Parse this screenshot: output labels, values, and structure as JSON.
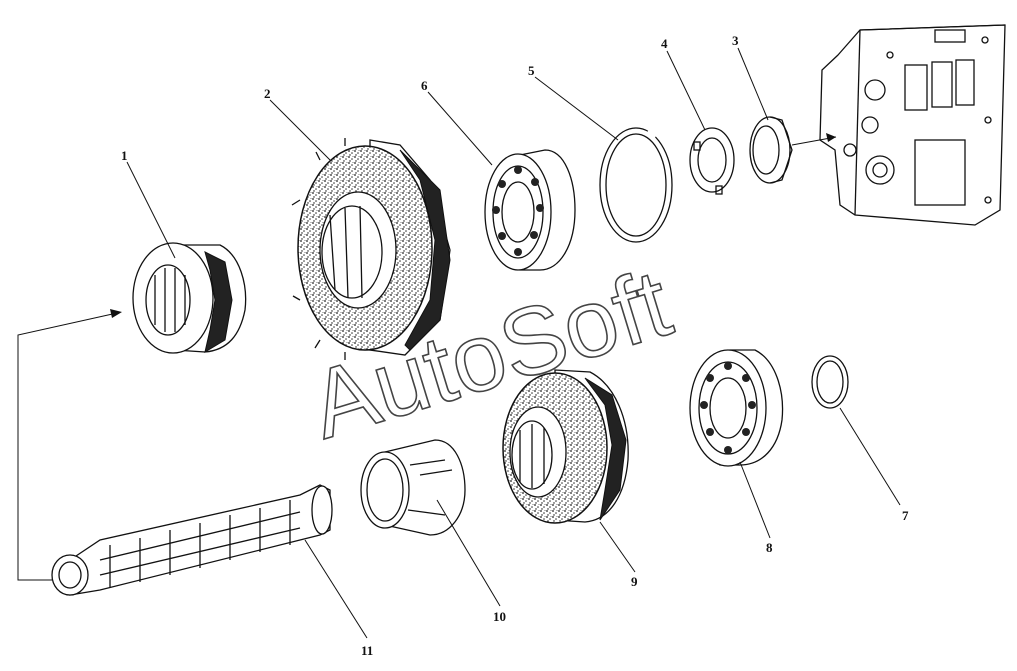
{
  "watermark": "AutoSoft",
  "parts": [
    {
      "id": "part-1",
      "label": "1",
      "icon": "splined-gear-small-icon"
    },
    {
      "id": "part-2",
      "label": "2",
      "icon": "large-gear-icon"
    },
    {
      "id": "part-3",
      "label": "3",
      "icon": "nut-icon"
    },
    {
      "id": "part-4",
      "label": "4",
      "icon": "lock-washer-icon"
    },
    {
      "id": "part-5",
      "label": "5",
      "icon": "snap-ring-icon"
    },
    {
      "id": "part-6",
      "label": "6",
      "icon": "ball-bearing-icon"
    },
    {
      "id": "part-7",
      "label": "7",
      "icon": "retaining-ring-icon"
    },
    {
      "id": "part-8",
      "label": "8",
      "icon": "ball-bearing-icon"
    },
    {
      "id": "part-9",
      "label": "9",
      "icon": "gear-icon"
    },
    {
      "id": "part-10",
      "label": "10",
      "icon": "bushing-icon"
    },
    {
      "id": "part-11",
      "label": "11",
      "icon": "splined-shaft-icon"
    }
  ],
  "housing": {
    "icon": "gearbox-housing-icon"
  }
}
